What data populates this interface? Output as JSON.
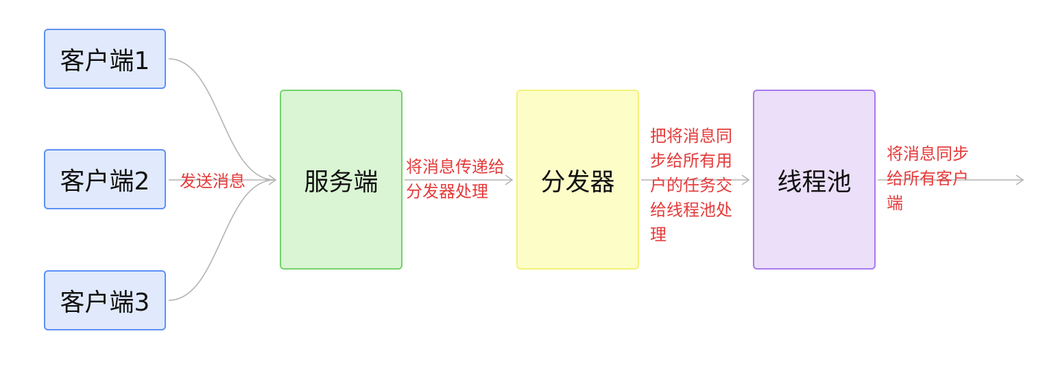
{
  "nodes": {
    "client1": "客户端1",
    "client2": "客户端2",
    "client3": "客户端3",
    "server": "服务端",
    "dispatcher": "分发器",
    "threadpool": "线程池"
  },
  "edge_labels": {
    "send": "发送消息",
    "server_to_dispatcher": "将消息传递给分发器处理",
    "dispatcher_to_pool": "把将消息同步给所有用户的任务交给线程池处理",
    "pool_out": "将消息同步给所有客户端"
  },
  "colors": {
    "client_fill": "#e1eafd",
    "client_border": "#5d8ff5",
    "server_fill": "#d9f5d3",
    "server_border": "#73d26b",
    "dispatcher_fill": "#fdfdc8",
    "dispatcher_border": "#f2f27a",
    "threadpool_fill": "#ebdff9",
    "threadpool_border": "#a879ee",
    "edge": "#b3b3b3",
    "label": "#e53b3b"
  }
}
